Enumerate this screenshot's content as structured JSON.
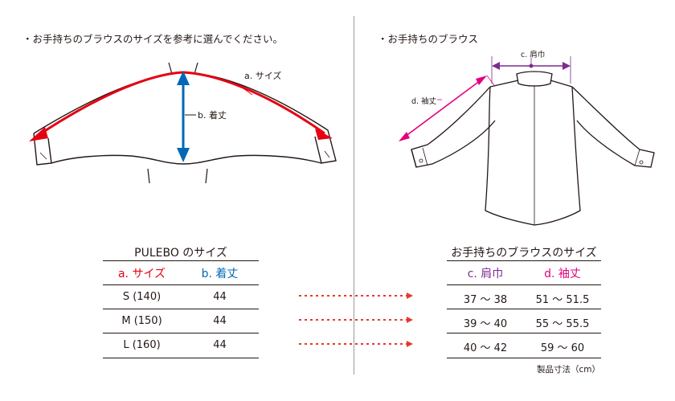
{
  "left_heading": "・お手持ちのブラウスのサイズを参考に選んでください。",
  "right_heading": "・お手持ちのブラウス",
  "left_diagram": {
    "label_a": "a. サイズ",
    "label_b": "b. 着丈"
  },
  "right_diagram": {
    "label_c": "c. 肩巾",
    "label_d": "d. 袖丈"
  },
  "pulebo_table": {
    "title": "PULEBO のサイズ",
    "headers": [
      "a. サイズ",
      "b. 着丈"
    ],
    "rows": [
      [
        "S (140)",
        "44"
      ],
      [
        "M (150)",
        "44"
      ],
      [
        "L (160)",
        "44"
      ]
    ]
  },
  "blouse_table": {
    "title": "お手持ちのブラウスのサイズ",
    "headers": [
      "c. 肩巾",
      "d. 袖丈"
    ],
    "rows": [
      [
        "37 〜 38",
        "51 〜 51.5"
      ],
      [
        "39 〜 40",
        "55 〜 55.5"
      ],
      [
        "40 〜 42",
        "59 〜 60"
      ]
    ],
    "note": "製品寸法（cm）"
  },
  "colors": {
    "red": "#e60012",
    "blue": "#0068b7",
    "purple": "#7b2c8e",
    "magenta": "#e4007f",
    "dotted_red": "#e8382f",
    "line": "#231815"
  }
}
